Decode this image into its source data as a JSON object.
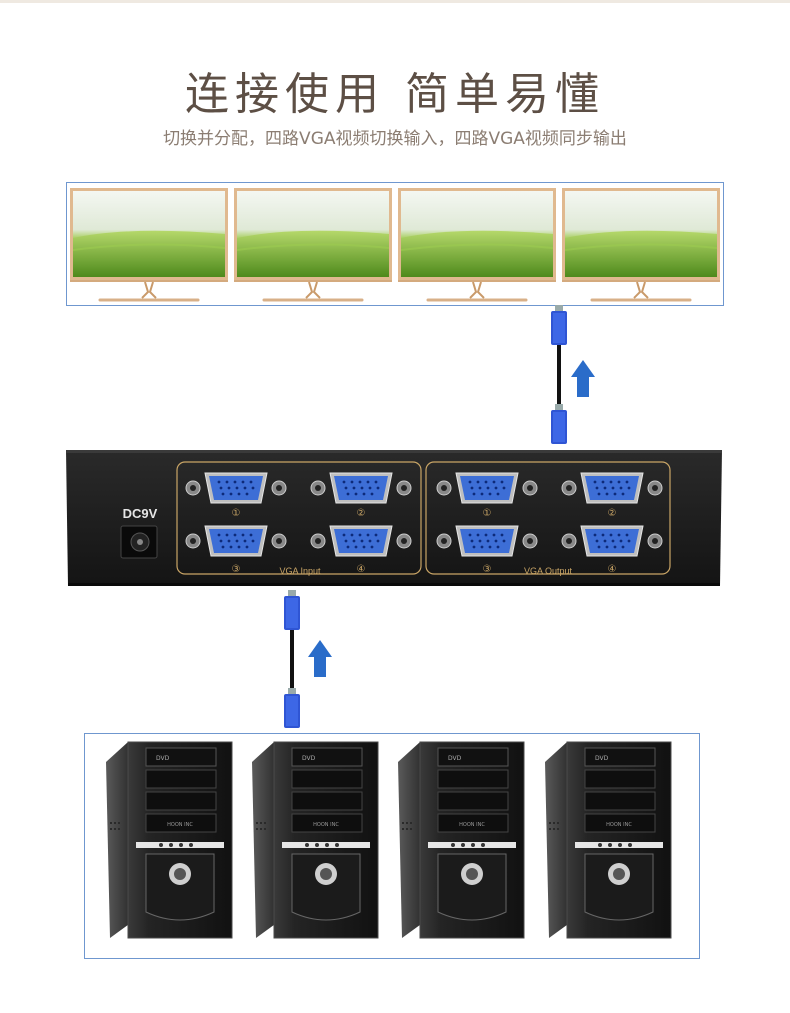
{
  "header": {
    "title": "连接使用  简单易懂",
    "subtitle": "切换并分配，四路VGA视频切换输入，四路VGA视频同步输出"
  },
  "device": {
    "power_label": "DC9V",
    "input_group_label": "VGA Input",
    "output_group_label": "VGA Output",
    "port_numbers": [
      "①",
      "②",
      "③",
      "④"
    ]
  },
  "computers": {
    "brand_label": "HOON INC"
  },
  "colors": {
    "title": "#5d4f45",
    "subtitle": "#8b7d72",
    "box_border": "#6f97cf",
    "device_body": "#1d1d1d",
    "gold_accent": "#c9a566",
    "vga_port": "#3d6ed6",
    "arrow": "#2a6cc9",
    "monitor_frame": "#e0b98f"
  },
  "icons": {
    "monitor": "monitor-icon",
    "computer": "desktop-tower-icon",
    "cable": "vga-cable-icon",
    "arrow": "arrow-up-icon"
  }
}
